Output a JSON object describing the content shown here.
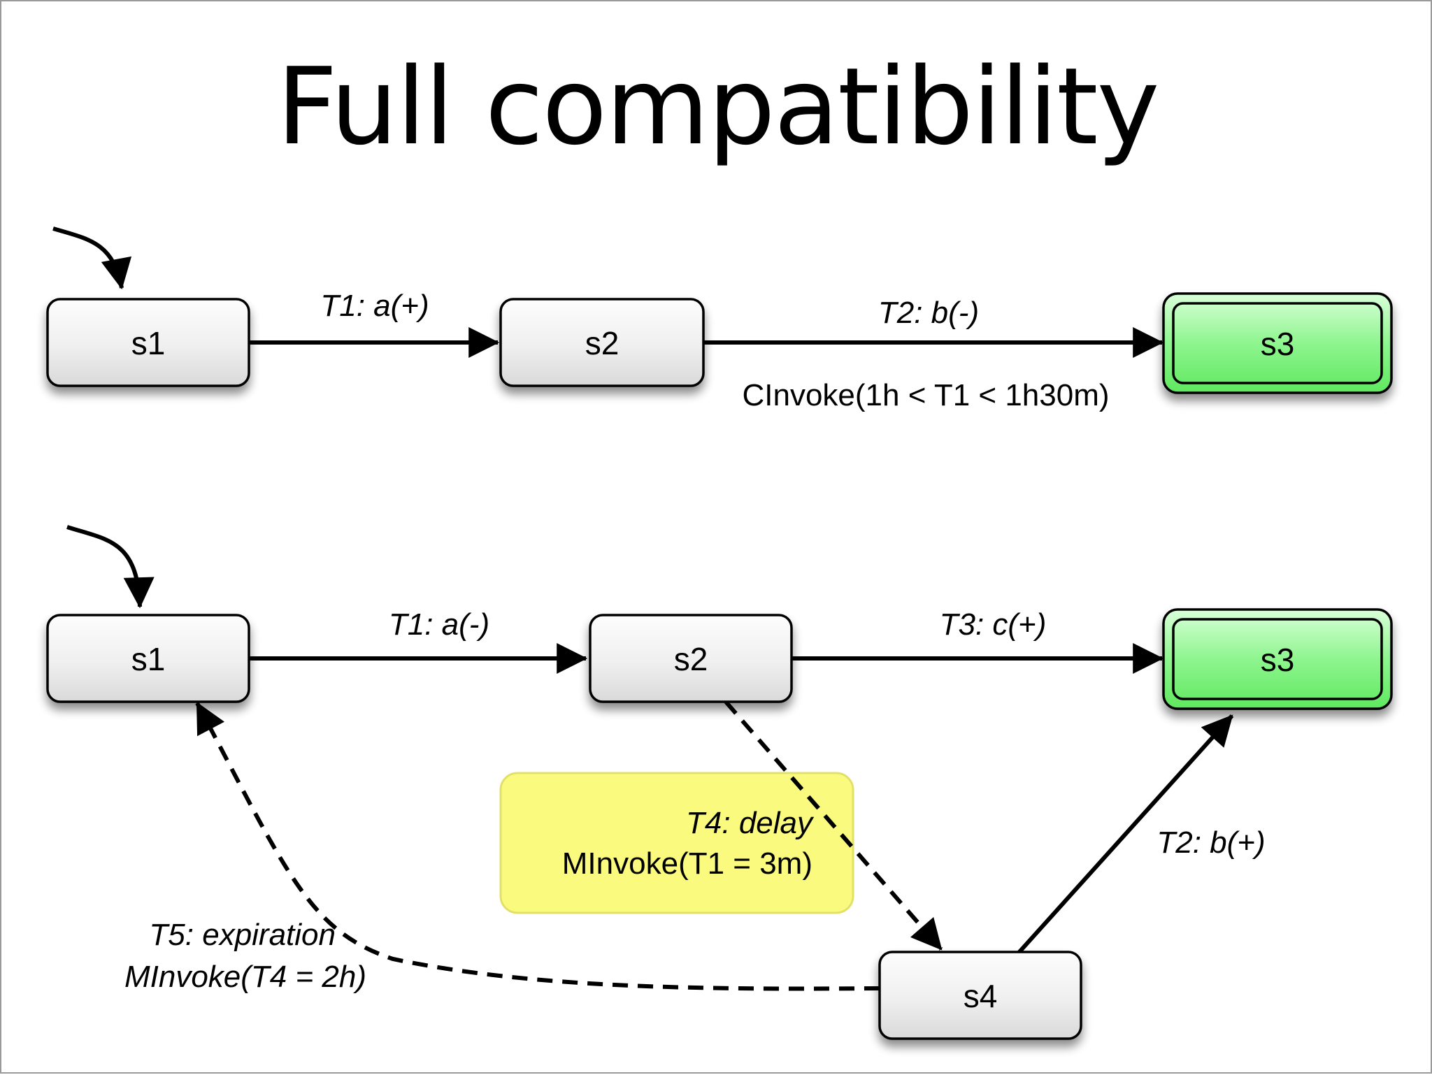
{
  "title": "Full compatibility",
  "diagram_top": {
    "states": {
      "s1": "s1",
      "s2": "s2",
      "s3": "s3"
    },
    "edges": {
      "s1_s2": "T1: a(+)",
      "s2_s3": "T2: b(-)",
      "s2_s3_constraint": "CInvoke(1h < T1 < 1h30m)"
    }
  },
  "diagram_bottom": {
    "states": {
      "s1": "s1",
      "s2": "s2",
      "s3": "s3",
      "s4": "s4"
    },
    "edges": {
      "s1_s2": "T1: a(-)",
      "s2_s3": "T3: c(+)",
      "s2_s4_event": "T4: delay",
      "s2_s4_action": "MInvoke(T1 = 3m)",
      "s4_s3": "T2: b(+)",
      "s4_s1_event": "T5: expiration",
      "s4_s1_action": "MInvoke(T4 = 2h)"
    }
  },
  "colors": {
    "state_fill": "#ececec",
    "final_state_fill": "#7ef57e",
    "note_fill": "#fafa7e"
  }
}
